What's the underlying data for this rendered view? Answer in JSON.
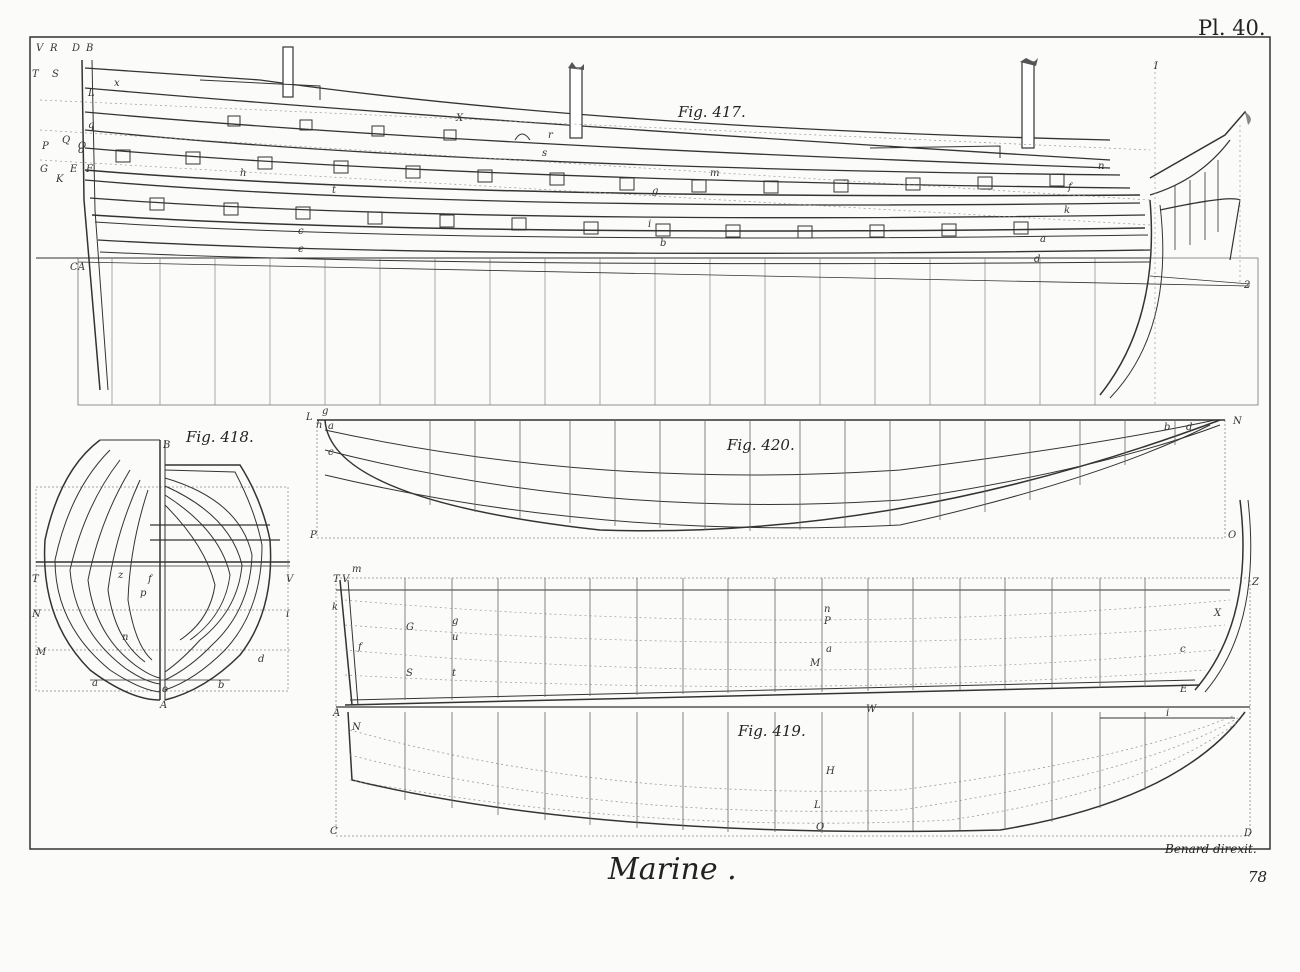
{
  "plate": {
    "number": "Pl. 40.",
    "title": "Marine .",
    "engraver": "Benard direxit.",
    "page_number": "78"
  },
  "figures": {
    "fig417": {
      "caption": "Fig. 417."
    },
    "fig418": {
      "caption": "Fig. 418."
    },
    "fig419": {
      "caption": "Fig. 419."
    },
    "fig420": {
      "caption": "Fig. 420."
    }
  },
  "letter_labels": {
    "fig417": [
      "V",
      "R",
      "D",
      "B",
      "T",
      "S",
      "L",
      "Q",
      "P",
      "O",
      "G",
      "E",
      "K",
      "F",
      "C",
      "A",
      "x",
      "q",
      "o",
      "h",
      "X",
      "r",
      "s",
      "t",
      "m",
      "n",
      "g",
      "f",
      "i",
      "k",
      "c",
      "a",
      "b",
      "d",
      "e",
      "I",
      "2"
    ],
    "fig418": [
      "B",
      "T",
      "V",
      "N",
      "M",
      "z",
      "p",
      "f",
      "n",
      "i",
      "a",
      "b",
      "d",
      "o",
      "A"
    ],
    "fig419": [
      "T",
      "V",
      "m",
      "k",
      "f",
      "n",
      "P",
      "M",
      "a",
      "u",
      "G",
      "g",
      "S",
      "t",
      "W",
      "A",
      "N",
      "H",
      "L",
      "O",
      "C",
      "Z",
      "X",
      "D",
      "E",
      "c",
      "i"
    ],
    "fig420": [
      "L",
      "g",
      "h",
      "a",
      "c",
      "N",
      "P",
      "O",
      "b",
      "d"
    ]
  }
}
